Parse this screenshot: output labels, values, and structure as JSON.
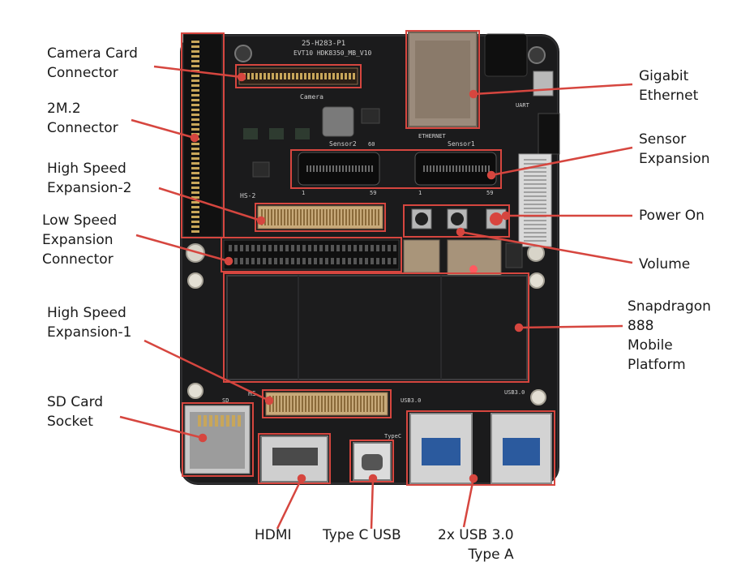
{
  "colors": {
    "callout": "#d6463f",
    "board": "#1b1b1c",
    "board_edge": "#2a2a2b",
    "label_text": "#1a1a1a"
  },
  "labels": {
    "camera_card": [
      "Camera Card",
      "Connector"
    ],
    "m2": [
      "2M.2",
      "Connector"
    ],
    "hs2": [
      "High Speed",
      "Expansion-2"
    ],
    "low_speed": [
      "Low Speed",
      "Expansion",
      "Connector"
    ],
    "hs1": [
      "High Speed",
      "Expansion-1"
    ],
    "sd_card": [
      "SD Card",
      "Socket"
    ],
    "gigabit": [
      "Gigabit",
      "Ethernet"
    ],
    "sensor_exp": [
      "Sensor",
      "Expansion"
    ],
    "power_on": [
      "Power On"
    ],
    "volume": [
      "Volume"
    ],
    "snapdragon": [
      "Snapdragon",
      "888",
      "Mobile",
      "Platform"
    ],
    "hdmi": [
      "HDMI"
    ],
    "type_c": [
      "Type C USB"
    ],
    "usb3": [
      "2x USB 3.0",
      "Type A"
    ]
  },
  "silkscreen": {
    "board_id": "25-H283-P1",
    "board_rev": "EVT10  HDK8350_MB_V10",
    "camera": "Camera",
    "sensor2": "Sensor2",
    "sensor1": "Sensor1",
    "ethernet": "ETHERNET",
    "hs2": "HS-2",
    "hs1": "HS",
    "usb30_left": "USB3.0",
    "usb30_right": "USB3.0",
    "typec": "TypeC",
    "uart": "UART",
    "sd": "SD",
    "pin60": "60",
    "pin59a": "59",
    "pin59b": "59",
    "pin1a": "1",
    "pin1b": "1"
  }
}
